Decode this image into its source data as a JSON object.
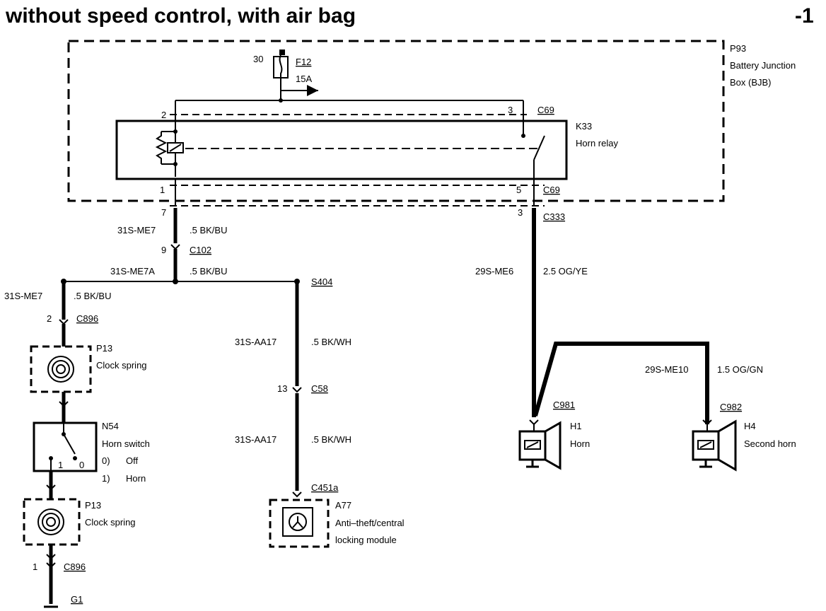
{
  "title": "without speed control, with air bag",
  "page_ref": "-1",
  "components": {
    "bjb": {
      "id": "P93",
      "name1": "Battery Junction",
      "name2": "Box (BJB)"
    },
    "fuse": {
      "id": "F12",
      "rating": "15A",
      "supply": "30"
    },
    "relay": {
      "id": "K33",
      "name": "Horn relay"
    },
    "clock_spring_top": {
      "id": "P13",
      "name": "Clock spring"
    },
    "clock_spring_bottom": {
      "id": "P13",
      "name": "Clock spring"
    },
    "horn_switch": {
      "id": "N54",
      "name": "Horn switch",
      "pos0": "0)",
      "pos0_label": "Off",
      "pos1": "1)",
      "pos1_label": "Horn",
      "contact1": "1",
      "contact0": "0"
    },
    "horn": {
      "id": "H1",
      "name": "Horn"
    },
    "second_horn": {
      "id": "H4",
      "name": "Second horn"
    },
    "module": {
      "id": "A77",
      "name1": "Anti–theft/central",
      "name2": "locking module"
    },
    "ground": {
      "id": "G1"
    },
    "splice": {
      "id": "S404"
    }
  },
  "connectors": {
    "c69_a": "C69",
    "c69_b": "C69",
    "c333": "C333",
    "c102": "C102",
    "c896_a": "C896",
    "c896_b": "C896",
    "c58": "C58",
    "c451a": "C451a",
    "c981": "C981",
    "c982": "C982"
  },
  "pins": {
    "relay_2": "2",
    "relay_3": "3",
    "relay_1": "1",
    "relay_5": "5",
    "c333_pin": "3",
    "bk_7": "7",
    "c102_pin": "9",
    "c896_top": "2",
    "c58_pin": "13",
    "c896_bot": "1"
  },
  "wires": {
    "me7_top": {
      "circuit": "31S-ME7",
      "spec": ".5 BK/BU"
    },
    "me7a": {
      "circuit": "31S-ME7A",
      "spec": ".5 BK/BU"
    },
    "me7_left": {
      "circuit": "31S-ME7",
      "spec": ".5 BK/BU"
    },
    "aa17_top": {
      "circuit": "31S-AA17",
      "spec": ".5 BK/WH"
    },
    "aa17_bot": {
      "circuit": "31S-AA17",
      "spec": ".5 BK/WH"
    },
    "me6": {
      "circuit": "29S-ME6",
      "spec": "2.5 OG/YE"
    },
    "me10": {
      "circuit": "29S-ME10",
      "spec": "1.5 OG/GN"
    }
  }
}
